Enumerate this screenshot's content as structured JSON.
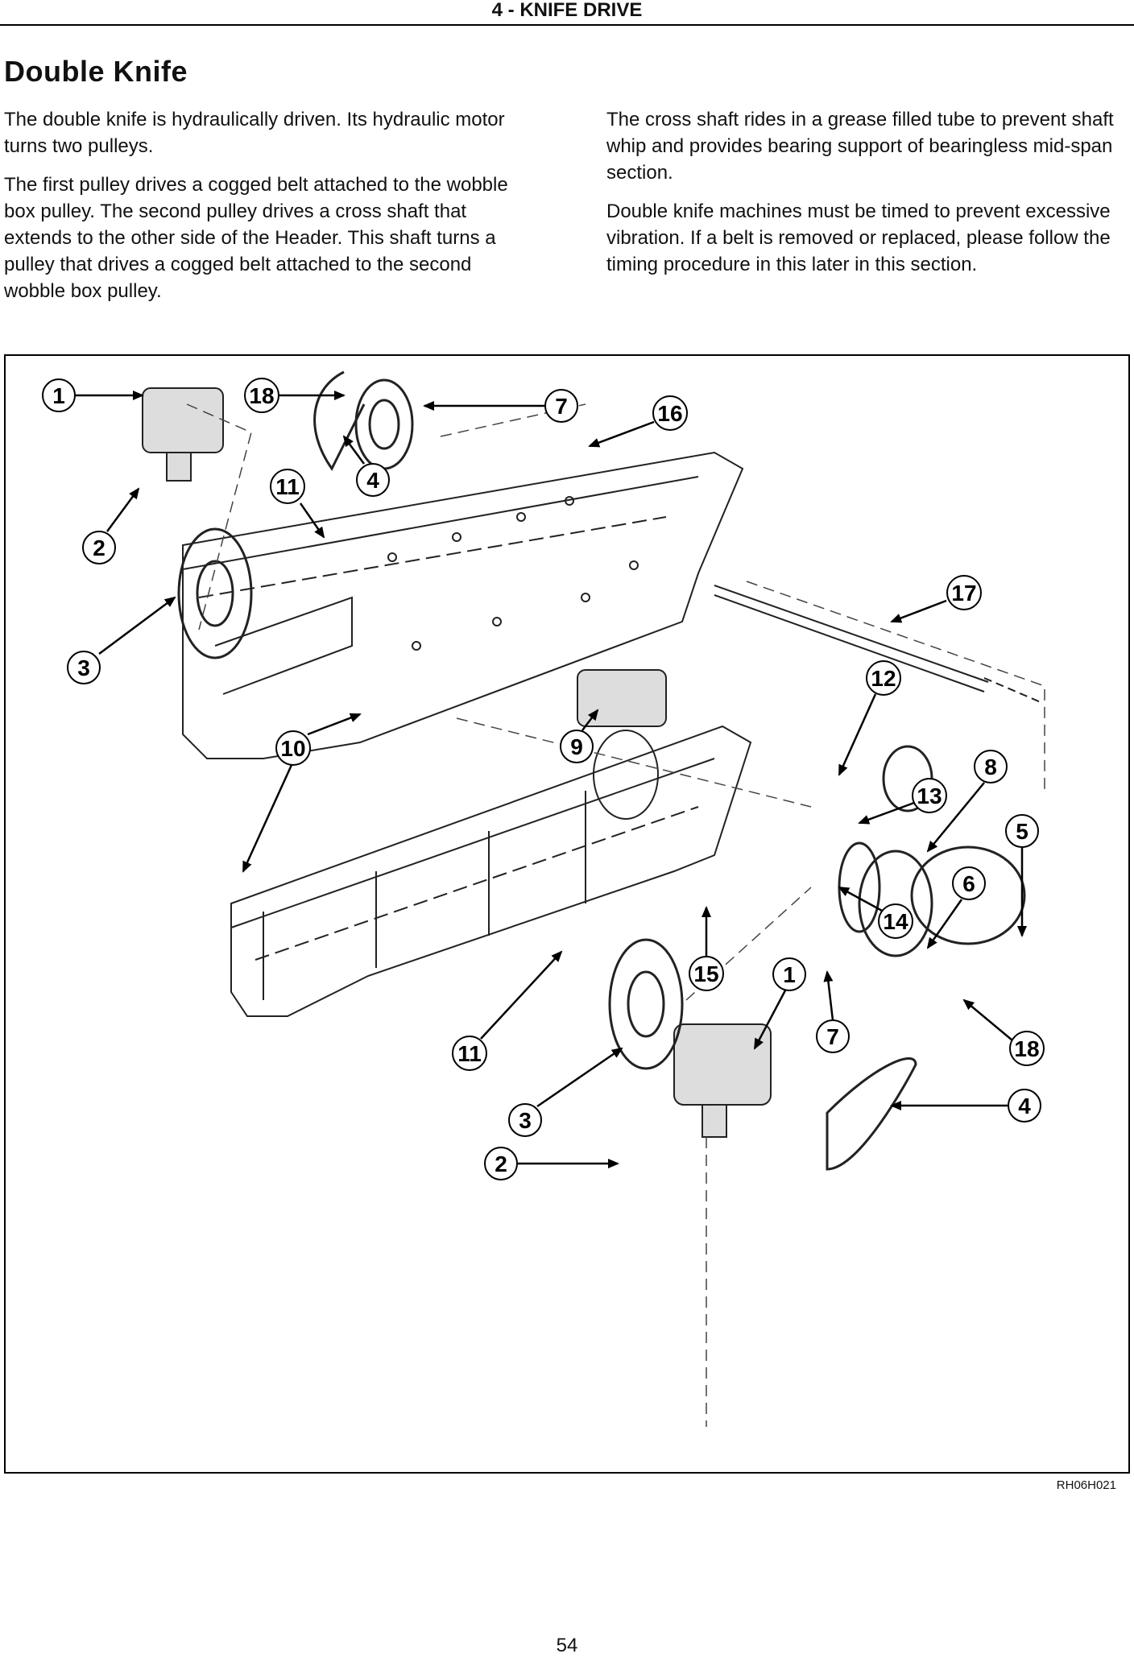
{
  "header": {
    "title": "4 - KNIFE DRIVE"
  },
  "section": {
    "title": "Double Knife"
  },
  "left_column": [
    "The double knife is hydraulically driven. Its hydraulic motor turns two pulleys.",
    "The first pulley drives a cogged belt attached to the wobble box pulley. The second pulley drives a cross shaft that extends to the other side of the Header. This shaft turns a pulley that drives a cogged belt attached to the second wobble box pulley."
  ],
  "right_column": [
    "The cross shaft rides in a grease filled tube to prevent shaft whip and provides bearing support of bearingless mid-span section.",
    "Double knife machines must be timed to prevent excessive vibration. If a belt is removed or replaced, please follow the timing procedure in this later in this section."
  ],
  "figure": {
    "code": "RH06H021",
    "callouts": [
      "1",
      "18",
      "7",
      "16",
      "4",
      "11",
      "2",
      "17",
      "3",
      "12",
      "10",
      "9",
      "8",
      "13",
      "5",
      "6",
      "14",
      "15",
      "1",
      "7",
      "18",
      "11",
      "3",
      "4",
      "2"
    ]
  },
  "footer": {
    "page_number": "54"
  }
}
